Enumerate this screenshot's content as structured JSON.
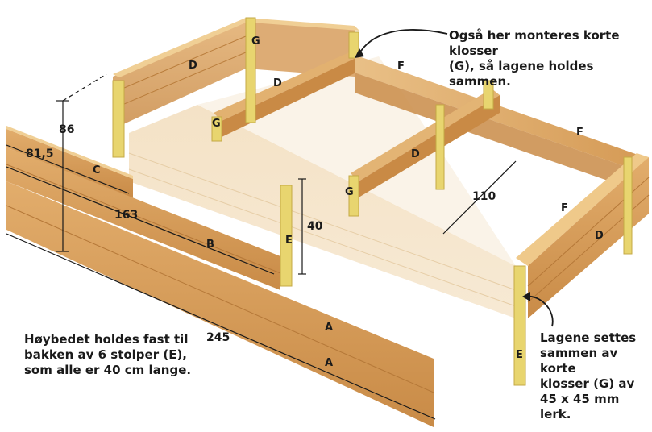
{
  "annotations": {
    "top_right": [
      "Også her monteres korte klosser",
      "(G), så lagene holdes sammen."
    ],
    "bottom_left": [
      "Høybedet holdes fast til",
      "bakken av 6 stolper (E),",
      "som alle er 40 cm lange."
    ],
    "bottom_right": [
      "Lagene settes",
      "sammen av korte",
      "klosser (G) av",
      "45 x 45 mm lerk."
    ]
  },
  "dimensions": {
    "height_total": "86",
    "width_short": "81,5",
    "width_mid": "163",
    "length_total": "245",
    "post_length": "40",
    "inner_width": "110"
  },
  "part_labels": {
    "A": "A",
    "B": "B",
    "C": "C",
    "D": "D",
    "E": "E",
    "F": "F",
    "G": "G"
  },
  "colors": {
    "wood": "#d9a15e",
    "wood_dark": "#b87a3a",
    "wood_light": "#efd3a8",
    "wood_faded": "#f3e2c6",
    "post": "#e8d36a",
    "line": "#1a1a1a"
  }
}
